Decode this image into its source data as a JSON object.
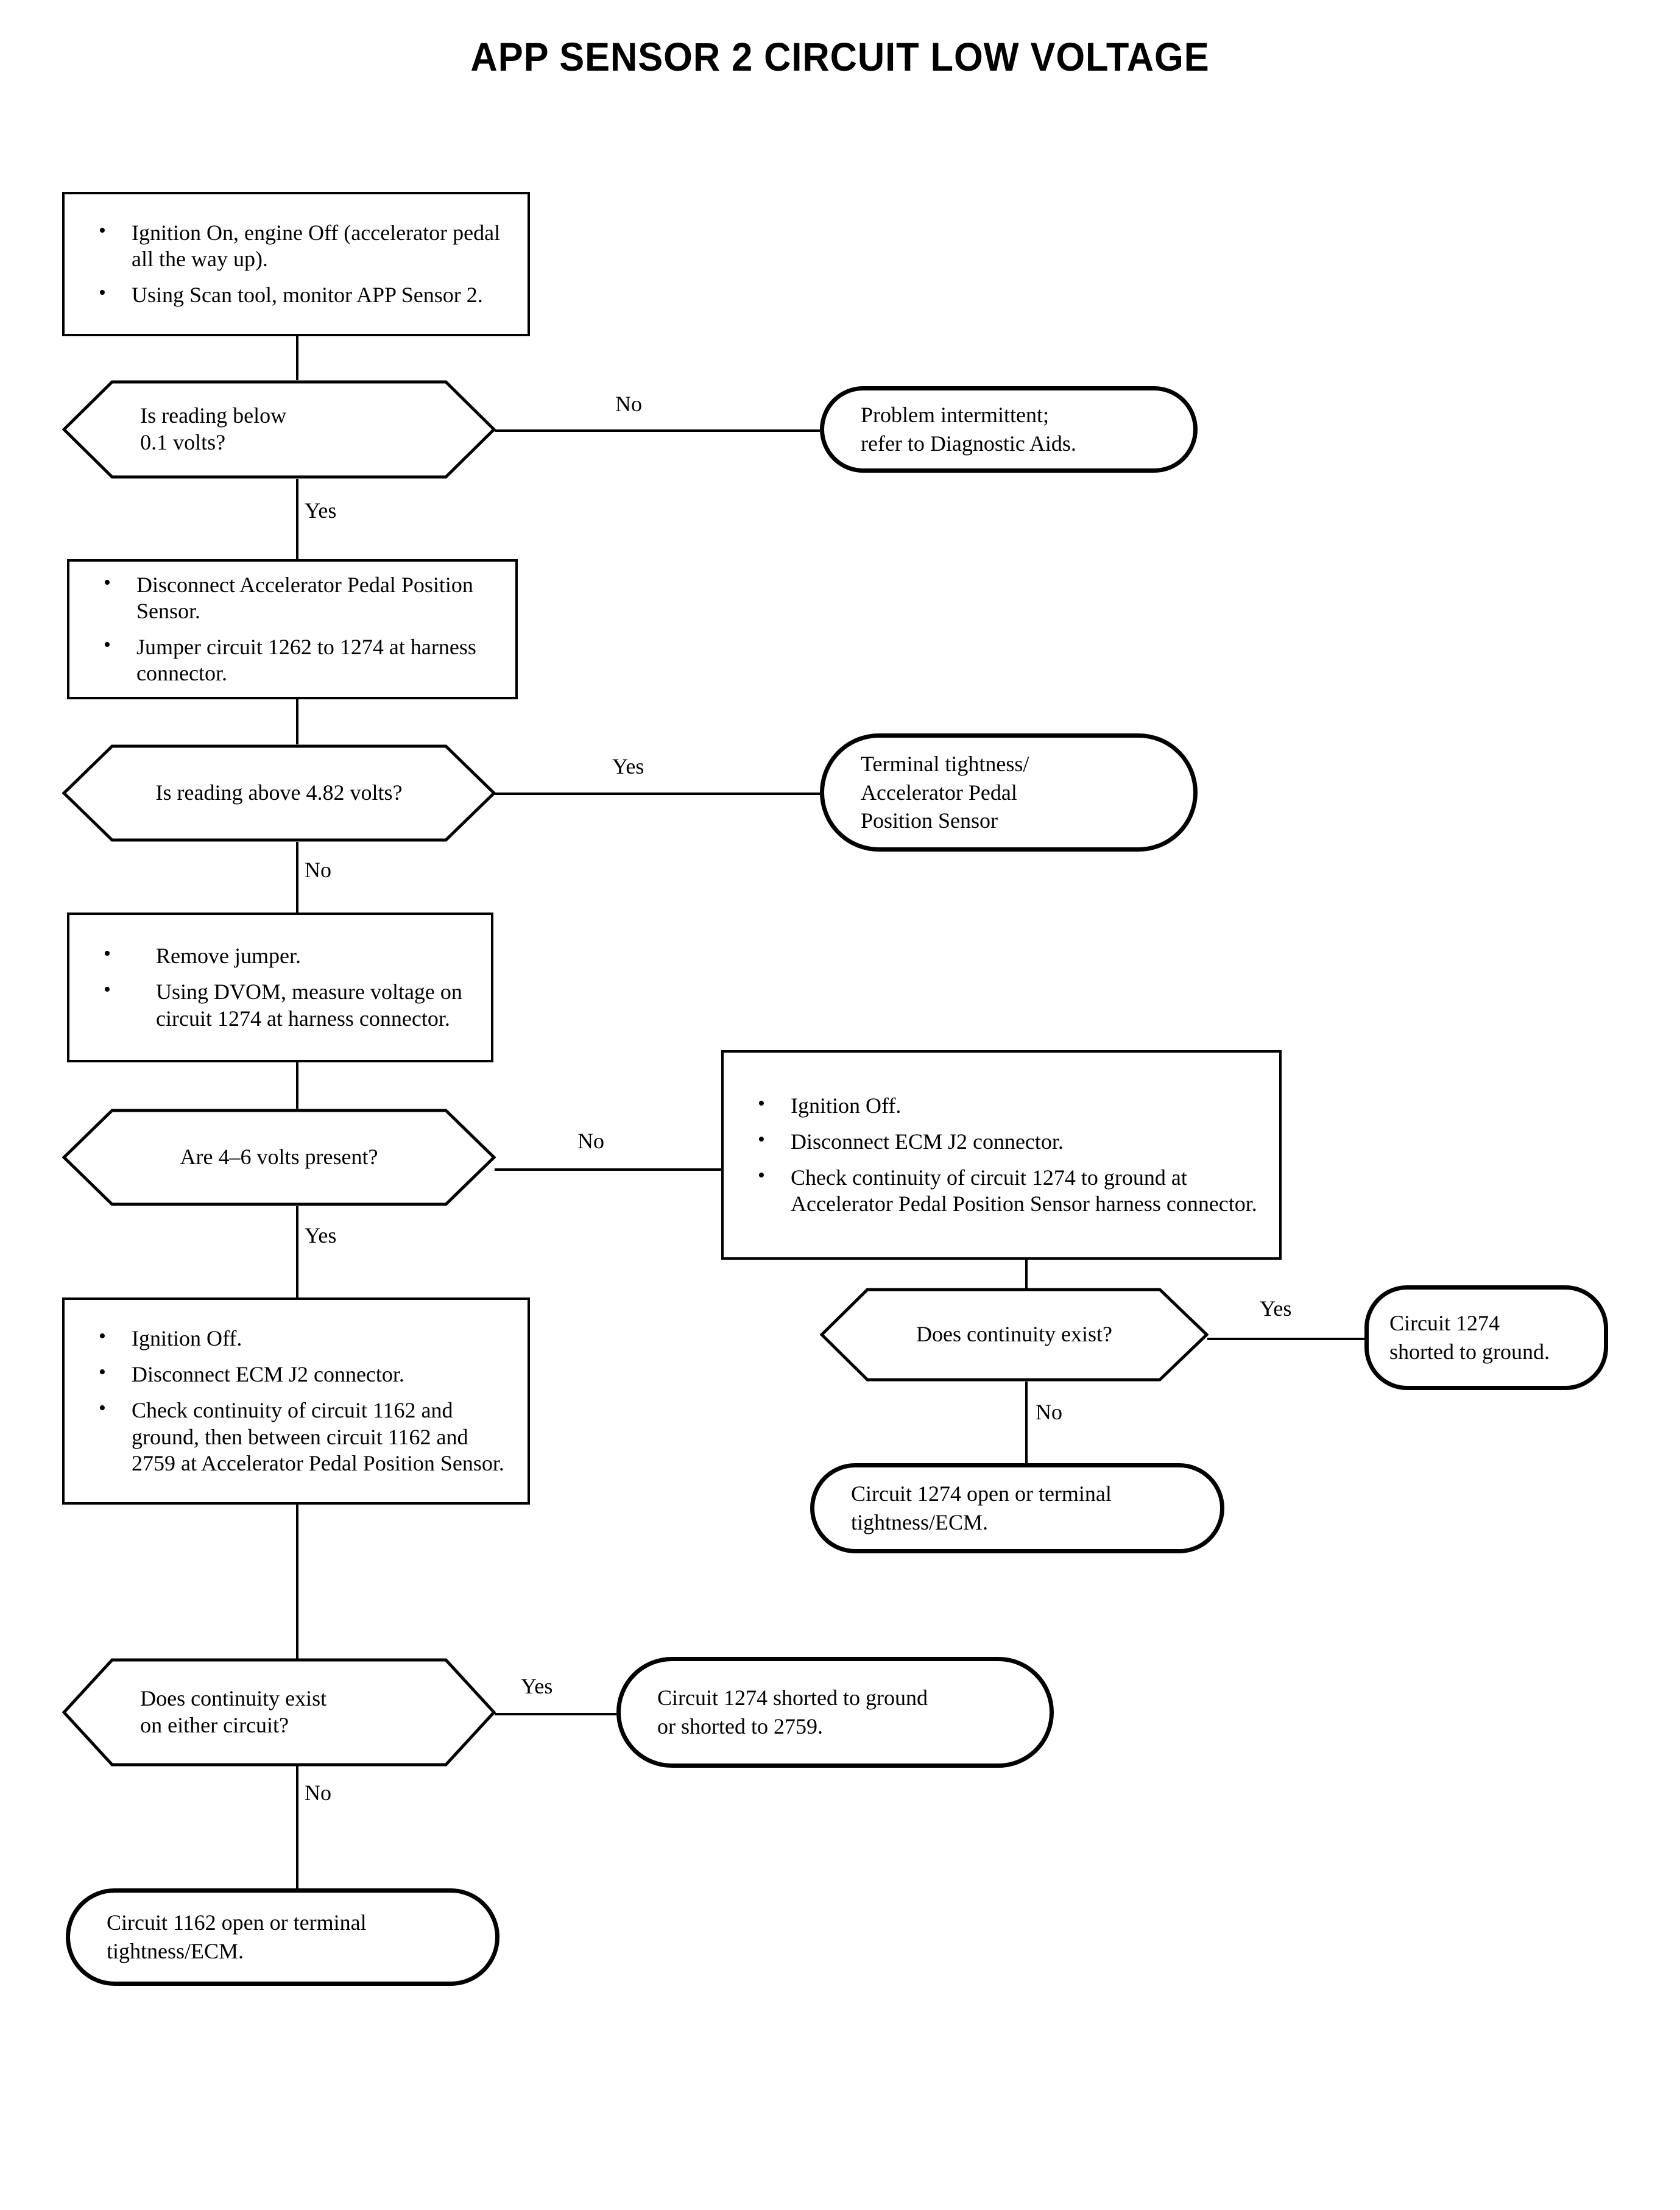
{
  "title": "APP SENSOR 2 CIRCUIT LOW VOLTAGE",
  "nodes": {
    "step1": {
      "type": "process",
      "bullets": [
        "Ignition On, engine Off (accelerator pedal all the way up).",
        "Using Scan tool, monitor APP Sensor 2."
      ]
    },
    "decision1": {
      "type": "decision",
      "text": "Is reading below\n0.1 volts?"
    },
    "result1": {
      "type": "terminator",
      "text": "Problem intermittent;\nrefer to Diagnostic Aids."
    },
    "step2": {
      "type": "process",
      "bullets": [
        "Disconnect Accelerator Pedal Position Sensor.",
        "Jumper circuit 1262 to 1274 at harness connector."
      ]
    },
    "decision2": {
      "type": "decision",
      "text": "Is reading above 4.82 volts?"
    },
    "result2": {
      "type": "terminator",
      "text": "Terminal tightness/\nAccelerator Pedal\nPosition Sensor"
    },
    "step3": {
      "type": "process",
      "bullets": [
        "Remove jumper.",
        "Using DVOM, measure voltage on circuit 1274 at harness connector."
      ]
    },
    "decision3": {
      "type": "decision",
      "text": "Are 4–6 volts present?"
    },
    "step4": {
      "type": "process",
      "bullets": [
        "Ignition Off.",
        "Disconnect ECM J2 connector.",
        "Check continuity of circuit 1274 to ground at Accelerator Pedal Position Sensor harness connector."
      ]
    },
    "decision4": {
      "type": "decision",
      "text": "Does continuity exist?"
    },
    "result3": {
      "type": "terminator",
      "text": "Circuit 1274\nshorted to ground."
    },
    "result4": {
      "type": "terminator",
      "text": "Circuit 1274 open or terminal\ntightness/ECM."
    },
    "step5": {
      "type": "process",
      "bullets": [
        "Ignition Off.",
        "Disconnect ECM J2 connector.",
        "Check continuity of circuit 1162 and ground, then between circuit 1162 and 2759 at Accelerator Pedal Position Sensor."
      ]
    },
    "decision5": {
      "type": "decision",
      "text": "Does continuity exist\non either circuit?"
    },
    "result5": {
      "type": "terminator",
      "text": "Circuit 1274 shorted to ground\nor shorted to 2759."
    },
    "result6": {
      "type": "terminator",
      "text": "Circuit 1162 open or terminal\ntightness/ECM."
    }
  },
  "edges": {
    "d1_no": "No",
    "d1_yes": "Yes",
    "d2_yes": "Yes",
    "d2_no": "No",
    "d3_no": "No",
    "d3_yes": "Yes",
    "d4_yes": "Yes",
    "d4_no": "No",
    "d5_yes": "Yes",
    "d5_no": "No"
  },
  "colors": {
    "stroke": "#000000",
    "background": "#ffffff"
  }
}
